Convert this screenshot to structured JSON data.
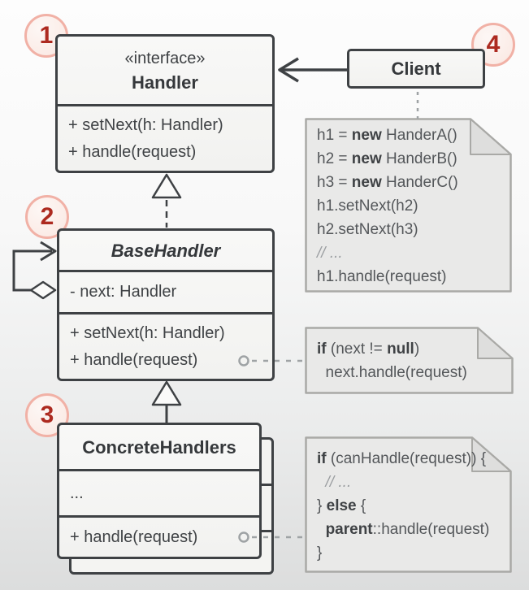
{
  "badges": [
    "1",
    "2",
    "3",
    "4"
  ],
  "classes": {
    "handler": {
      "stereotype": "«interface»",
      "name": "Handler",
      "methods": [
        "+ setNext(h: Handler)",
        "+ handle(request)"
      ]
    },
    "client": {
      "name": "Client"
    },
    "base_handler": {
      "name": "BaseHandler",
      "attribute": "- next: Handler",
      "methods": [
        "+ setNext(h: Handler)",
        "+ handle(request)"
      ]
    },
    "concrete_handlers": {
      "name": "ConcreteHandlers",
      "attribute": "...",
      "methods": [
        "+ handle(request)"
      ]
    }
  },
  "notes": {
    "client_code": [
      [
        [
          "c",
          "h1 = "
        ],
        [
          "k",
          "new"
        ],
        [
          "c",
          " HanderA()"
        ]
      ],
      [
        [
          "c",
          "h2 = "
        ],
        [
          "k",
          "new"
        ],
        [
          "c",
          " HanderB()"
        ]
      ],
      [
        [
          "c",
          "h3 = "
        ],
        [
          "k",
          "new"
        ],
        [
          "c",
          " HanderC()"
        ]
      ],
      [
        [
          "c",
          "h1.setNext(h2)"
        ]
      ],
      [
        [
          "c",
          "h2.setNext(h3)"
        ]
      ],
      [
        [
          "cm",
          "// ..."
        ]
      ],
      [
        [
          "c",
          "h1.handle(request)"
        ]
      ]
    ],
    "base_handle_code": [
      [
        [
          "k",
          "if"
        ],
        [
          "c",
          " (next != "
        ],
        [
          "k",
          "null"
        ],
        [
          "c",
          ")"
        ]
      ],
      [
        [
          "c",
          "  next.handle(request)"
        ]
      ]
    ],
    "concrete_handle_code": [
      [
        [
          "k",
          "if"
        ],
        [
          "c",
          " (canHandle(request)) {"
        ]
      ],
      [
        [
          "cm",
          "  // ..."
        ]
      ],
      [
        [
          "c",
          "} "
        ],
        [
          "k",
          "else"
        ],
        [
          "c",
          " {"
        ]
      ],
      [
        [
          "c",
          "  "
        ],
        [
          "k",
          "parent"
        ],
        [
          "c",
          "::handle(request)"
        ]
      ],
      [
        [
          "c",
          "}"
        ]
      ]
    ]
  },
  "colors": {
    "badge_number": "#ad2a20",
    "badge_border": "#f1b1a6",
    "badge_fill": "#fbece7",
    "box_border": "#3e4144",
    "box_fill": "#f6f6f5",
    "note_fill": "#e9e9e8",
    "note_border": "#a9a9a6",
    "code_text": "#54575a",
    "comment_text": "#9b9ea1",
    "connector_gray": "#9aa0a2"
  }
}
